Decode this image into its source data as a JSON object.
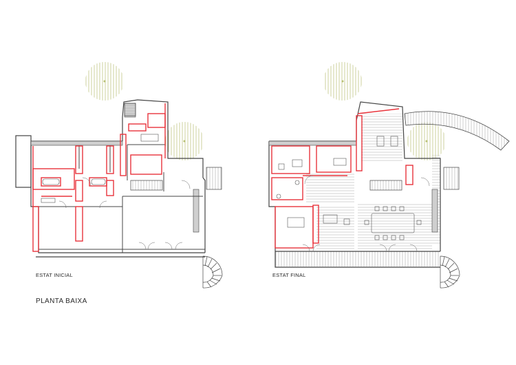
{
  "labels": {
    "initial_state": "ESTAT INICIAL",
    "final_state": "ESTAT FINAL",
    "title": "PLANTA BAIXA"
  },
  "colors": {
    "wall": "#444444",
    "demolition_red": "#e8343c",
    "tree_green": "#b7bf72",
    "hatch_grey": "#9a9a9a",
    "fill_grey": "#cfcfcf"
  },
  "icons": {
    "tree": "tree-icon",
    "spiral_stair": "spiral-staircase-icon",
    "stair": "staircase-icon"
  }
}
